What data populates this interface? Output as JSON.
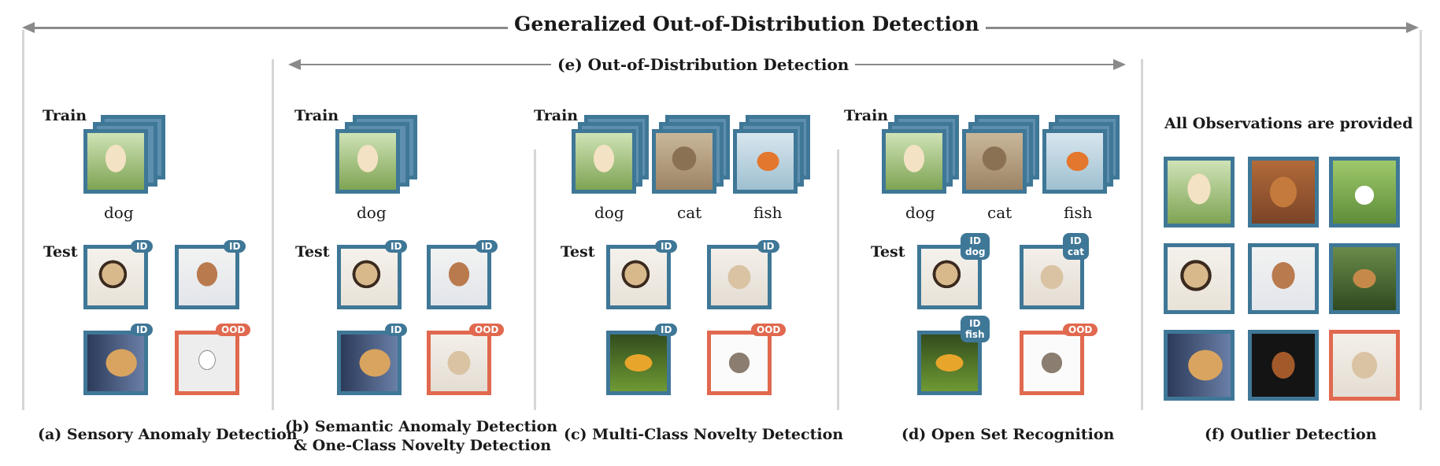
{
  "header": {
    "main_title": "Generalized Out-of-Distribution Detection",
    "sub_title": "(e) Out-of-Distribution Detection"
  },
  "labels": {
    "train": "Train",
    "test": "Test",
    "all_observations": "All Observations are provided"
  },
  "classes": {
    "dog": "dog",
    "cat": "cat",
    "fish": "fish"
  },
  "badges": {
    "id": "ID",
    "ood": "OOD",
    "id_dog_1": "ID",
    "id_dog_2": "dog",
    "id_cat_1": "ID",
    "id_cat_2": "cat",
    "id_fish_1": "ID",
    "id_fish_2": "fish"
  },
  "captions": {
    "a": "(a) Sensory Anomaly Detection",
    "b_line1": "(b) Semantic Anomaly Detection",
    "b_line2": "& One-Class Novelty Detection",
    "c": "(c) Multi-Class Novelty Detection",
    "d": "(d) Open Set Recognition",
    "f": "(f) Outlier Detection"
  },
  "colors": {
    "id_blue": "#3f7797",
    "ood_orange": "#e0694f",
    "arrow_gray": "#8a8a8a"
  }
}
